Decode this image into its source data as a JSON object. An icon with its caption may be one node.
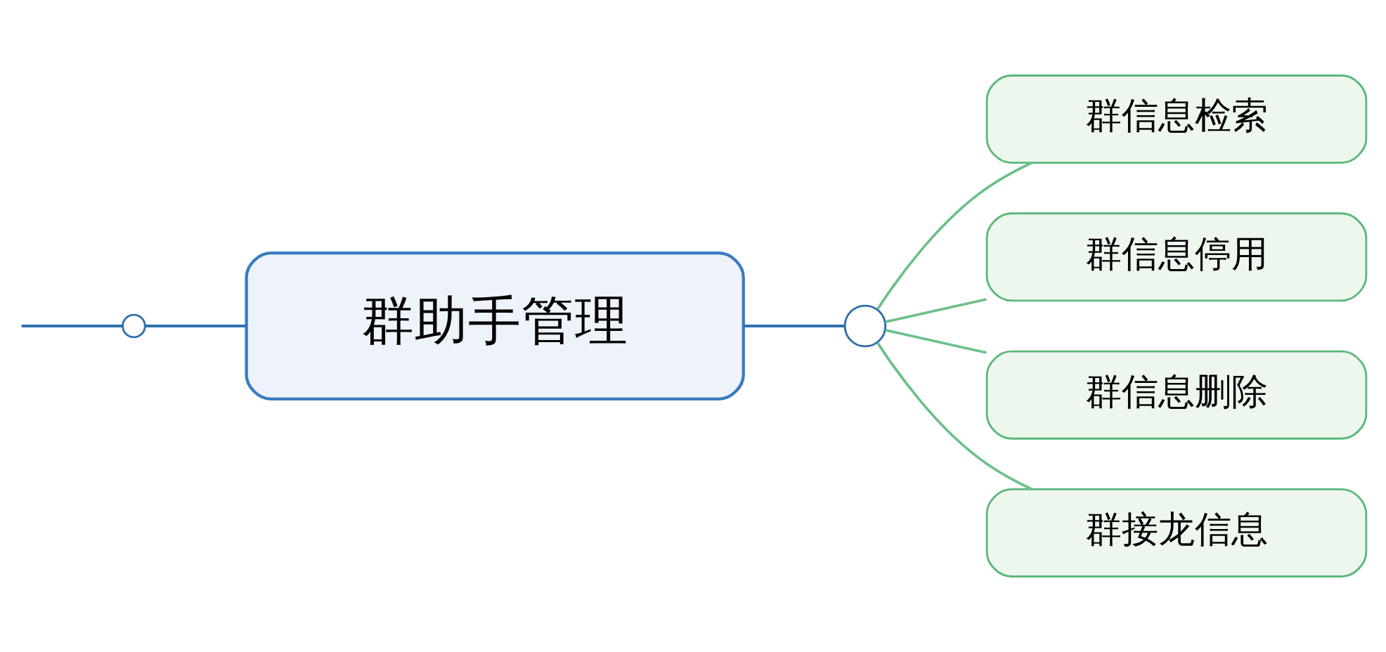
{
  "diagram": {
    "nodes": [
      {
        "text": [],
        "shape": "circle"
      },
      {
        "text": [
          "群助手管理"
        ]
      },
      {
        "text": [],
        "shape": "circle"
      },
      {
        "text": [
          "群信息检索"
        ]
      },
      {
        "text": [
          "群信息停用"
        ]
      },
      {
        "text": [
          "群信息删除"
        ]
      },
      {
        "text": [
          "群接龙信息"
        ]
      }
    ],
    "edges": [
      {
        "from": null,
        "to": 0,
        "arrow": "none",
        "color": "#2f6fad"
      },
      {
        "from": 0,
        "to": 1,
        "arrow": "none",
        "color": "#2f6fad"
      },
      {
        "from": 1,
        "to": 2,
        "arrow": "none",
        "color": "#2f6fad"
      },
      {
        "from": 2,
        "to": 3,
        "arrow": "none"
      },
      {
        "from": 2,
        "to": 4,
        "arrow": "none"
      },
      {
        "from": 2,
        "to": 5,
        "arrow": "none"
      },
      {
        "from": 2,
        "to": 6,
        "arrow": "none"
      }
    ]
  }
}
